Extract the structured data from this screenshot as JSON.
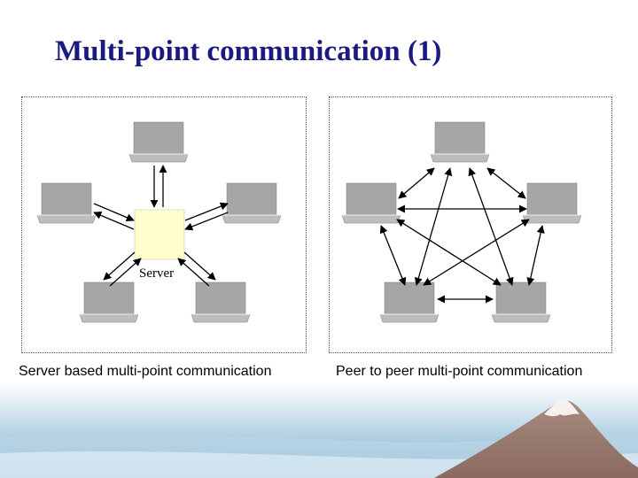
{
  "title": "Multi-point communication (1)",
  "server_label": "Server",
  "captions": {
    "left": "Server based multi-point communication",
    "right": "Peer to peer multi-point communication"
  },
  "colors": {
    "title": "#1a1a80",
    "computer_gray": "#a6a6a6",
    "server_fill": "#ffffcc",
    "banner_sky": "#9fc6dc"
  },
  "icons": [
    "computer-icon",
    "server-box"
  ]
}
